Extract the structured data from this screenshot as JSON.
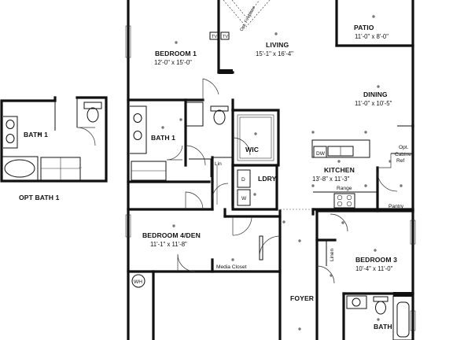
{
  "rooms": {
    "patio": {
      "name": "PATIO",
      "size": "11'-0\" x 8'-0\""
    },
    "living": {
      "name": "LIVING",
      "size": "15'-1\" x 16'-4\""
    },
    "bedroom1": {
      "name": "BEDROOM 1",
      "size": "12'-0\" x 15'-0\""
    },
    "dining": {
      "name": "DINING",
      "size": "11'-0\" x 10'-5\""
    },
    "bath1": {
      "name": "BATH 1"
    },
    "opt_bath1_room": {
      "name": "BATH 1"
    },
    "wic": {
      "name": "WIC"
    },
    "kitchen": {
      "name": "KITCHEN",
      "size": "13'-8\" x 11'-3\""
    },
    "ldry": {
      "name": "LDRY"
    },
    "bedroom4": {
      "name": "BEDROOM 4/DEN",
      "size": "11'-1\" x 11'-8\""
    },
    "bedroom3": {
      "name": "BEDROOM 3",
      "size": "10'-4\" x 11'-0\""
    },
    "foyer": {
      "name": "FOYER"
    },
    "bath": {
      "name": "BATH"
    }
  },
  "labels": {
    "opt_bath1": "OPT BATH 1",
    "tv1": "TV",
    "tv2": "TV",
    "fireplace": "Opt. Fireplace",
    "opt_cabinet_1": "Opt.",
    "opt_cabinet_2": "Cabinet",
    "ref": "Ref",
    "dw": "DW",
    "range": "Range",
    "pantry": "Pantry",
    "lin1": "Lin",
    "lin2": "Linen",
    "d": "D",
    "w": "W",
    "media_closet": "Media Closet",
    "wh": "WH"
  }
}
